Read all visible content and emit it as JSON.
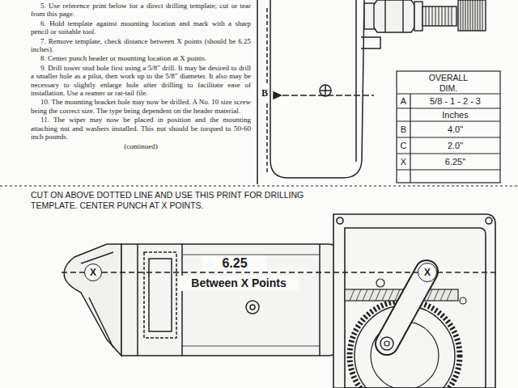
{
  "diagram": {
    "nodes": [
      {
        "text": [
          "X"
        ]
      },
      {
        "text": [
          "X"
        ]
      }
    ],
    "edges": [
      {
        "from": 0,
        "to": 1,
        "arrow": "none"
      }
    ],
    "labels": [
      "5. Use reference print below for a direct drilling template; cut or tear from this page.",
      "6. Hold template against mounting location and mark with a sharp pencil or suitable tool.",
      "7. Remove template, check distance between X points (should be 6.25 inches).",
      "8. Center punch header or mounting location at X points.",
      "9. Drill tower stud hole first using a 5/8\" drill. It may be desired to drill a smaller hole as a pilot, then work up to the 5/8\" diameter. It also may be necessary to slightly enlarge hole after drilling to facilitate ease of installation. Use a reamer or rat-tail file.",
      "10. The mounting bracket hole may now be drilled. A No. 10 size screw being the correct size. The type being dependent on the header material.",
      "11. The wiper may now be placed in position and the mounting attaching nut and washers installed. This nut should be torqued to 50-60 inch pounds.",
      "(continued)",
      "B",
      "OVERALL DIM.",
      "A",
      "5/8 - 1 - 2 - 3",
      "Inches",
      "B",
      "4.0\"",
      "C",
      "2.0\"",
      "X",
      "6.25\"",
      "CUT ON ABOVE DOTTED LINE AND USE THIS PRINT FOR DRILLING TEMPLATE. CENTER PUNCH AT X POINTS.",
      "6.25",
      "Between X Points"
    ]
  }
}
